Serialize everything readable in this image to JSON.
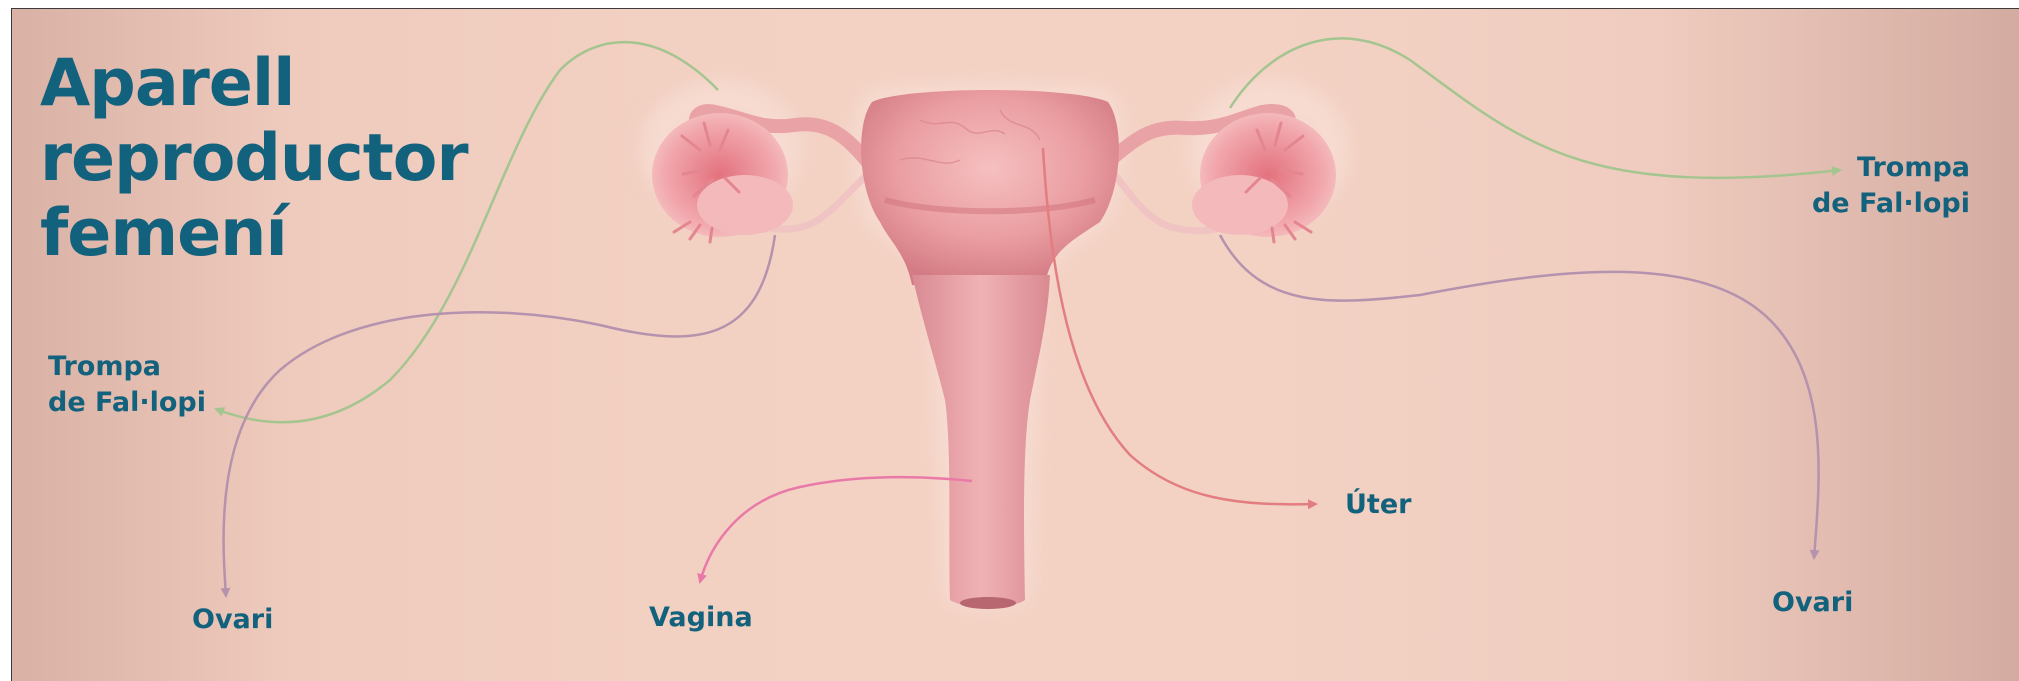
{
  "title": [
    "Aparell",
    "reproductor",
    "femení"
  ],
  "labels": {
    "fallopian_left": [
      "Trompa",
      "de Fal·lopi"
    ],
    "fallopian_right": [
      "Trompa",
      "de Fal·lopi"
    ],
    "ovary_left": "Ovari",
    "ovary_right": "Ovari",
    "vagina": "Vagina",
    "uterus": "Úter"
  },
  "colors": {
    "title": "#12617d",
    "fallopian_leader": "#a4c58f",
    "ovary_leader": "#b592ad",
    "vagina_leader": "#e97aa8",
    "uterus_leader": "#e27d80"
  }
}
